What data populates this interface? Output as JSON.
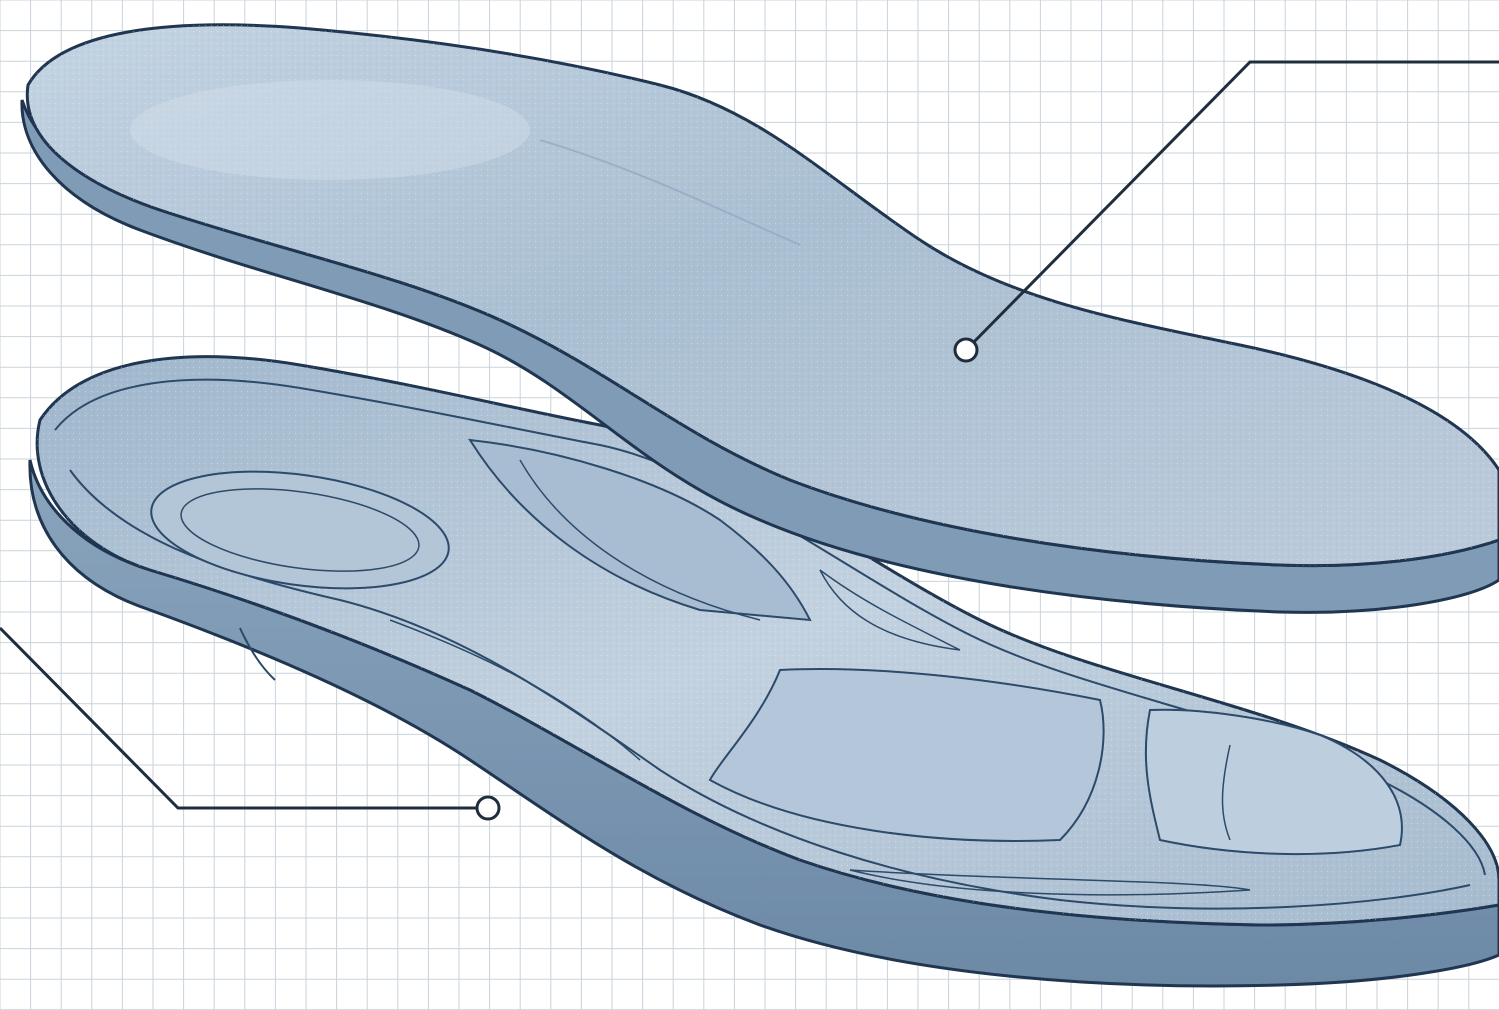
{
  "diagram": {
    "subject": "insole",
    "layers": [
      {
        "id": "top-layer",
        "label": ""
      },
      {
        "id": "bottom-shell",
        "label": ""
      }
    ],
    "callouts": [
      {
        "target": "top-layer",
        "label": ""
      },
      {
        "target": "bottom-shell",
        "label": ""
      }
    ]
  },
  "colors": {
    "background": "#ffffff",
    "grid": "#c9d3dc",
    "outline": "#1f3550",
    "top_fabric": "#a9bdd0",
    "top_fabric_light": "#d5e0ea",
    "shell_outer": "#7f9bb6",
    "shell_inner": "#b9cadb",
    "shell_dark": "#5f7f9e",
    "zone_lines": "#2c4a69"
  }
}
